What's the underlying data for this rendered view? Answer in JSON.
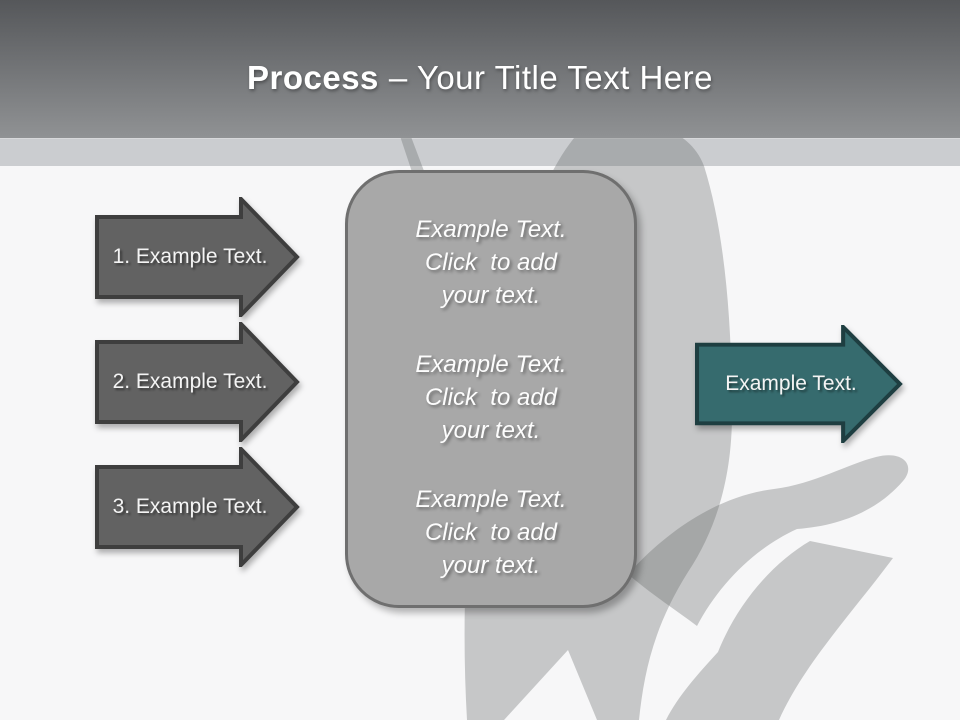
{
  "slide": {
    "title": {
      "bold": "Process",
      "rest": "– Your Title Text Here"
    },
    "colors": {
      "header_top": "#55575a",
      "header_bottom": "#909294",
      "band": "#cbcdd0",
      "background": "#f7f7f8",
      "arrow_fill": "#626262",
      "arrow_stroke": "#3e3e3e",
      "teal_fill": "#366b6e",
      "teal_stroke": "#1e3e41",
      "box_fill": "#a8a8a8",
      "box_stroke": "#6f6f6f",
      "silhouette": "#c9cbcc",
      "text": "#ffffff"
    },
    "arrows": [
      {
        "label": "1. Example Text."
      },
      {
        "label": "2. Example Text."
      },
      {
        "label": "3. Example Text."
      }
    ],
    "teal_arrow": {
      "label": "Example Text."
    },
    "text_box": {
      "paragraphs": [
        {
          "lines": [
            "Example Text.",
            "Click  to add",
            "your text."
          ]
        },
        {
          "lines": [
            "Example Text.",
            "Click  to add",
            "your text."
          ]
        },
        {
          "lines": [
            "Example Text.",
            "Click  to add",
            "your text."
          ]
        }
      ]
    }
  }
}
